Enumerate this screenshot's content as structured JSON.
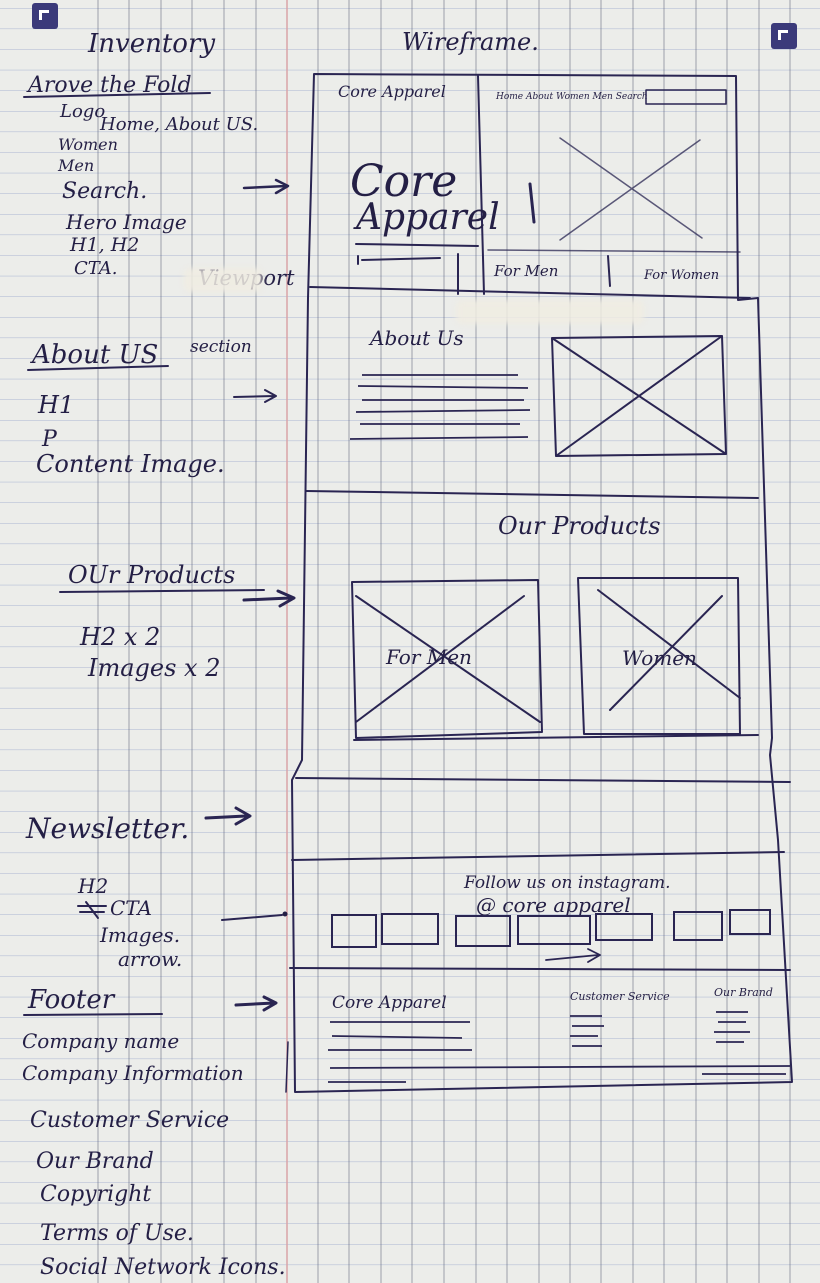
{
  "inventory": {
    "heading": "Inventory",
    "above_fold": {
      "title": "Arove the Fold",
      "items": [
        "Logo",
        "Home, About US.",
        "Women",
        "Men",
        "Search.",
        "Hero Image",
        "H1, H2",
        "CTA."
      ]
    },
    "viewport_label": "Viewport",
    "about_us": {
      "title": "About US",
      "title_suffix": "section",
      "items": [
        "H1",
        "P",
        "Content Image."
      ]
    },
    "our_products": {
      "title": "OUr Products",
      "items": [
        "H2 x 2",
        "Images x 2"
      ]
    },
    "newsletter": {
      "title": "Newsletter.",
      "items": [
        "H2",
        "CTA",
        "Images.",
        "arrow."
      ]
    },
    "footer": {
      "title": "Footer",
      "items": [
        "Company name",
        "Company Information",
        "Customer Service",
        "Our Brand",
        "Copyright",
        "Terms of Use.",
        "Social Network Icons."
      ]
    }
  },
  "wireframe": {
    "heading": "Wireframe.",
    "header_logo": "Core Apparel",
    "header_nav": "Home About Women Men Search",
    "hero_line1": "Core",
    "hero_line2": "Apparel",
    "hero_for_men": "For Men",
    "hero_for_women": "For Women",
    "about_title": "About Us",
    "products_title": "Our Products",
    "product_men": "For Men",
    "product_women": "Women",
    "instagram_line1": "Follow us on instagram.",
    "instagram_line2": "@ core apparel",
    "footer_col1": "Core Apparel",
    "footer_col2": "Customer Service",
    "footer_col3": "Our Brand"
  },
  "colors": {
    "ink": "#241f45",
    "paper": "#ecedea",
    "rule_blue": "#a9b4d2",
    "rule_dark": "#5a6278",
    "margin_red": "#d9a3a8"
  }
}
